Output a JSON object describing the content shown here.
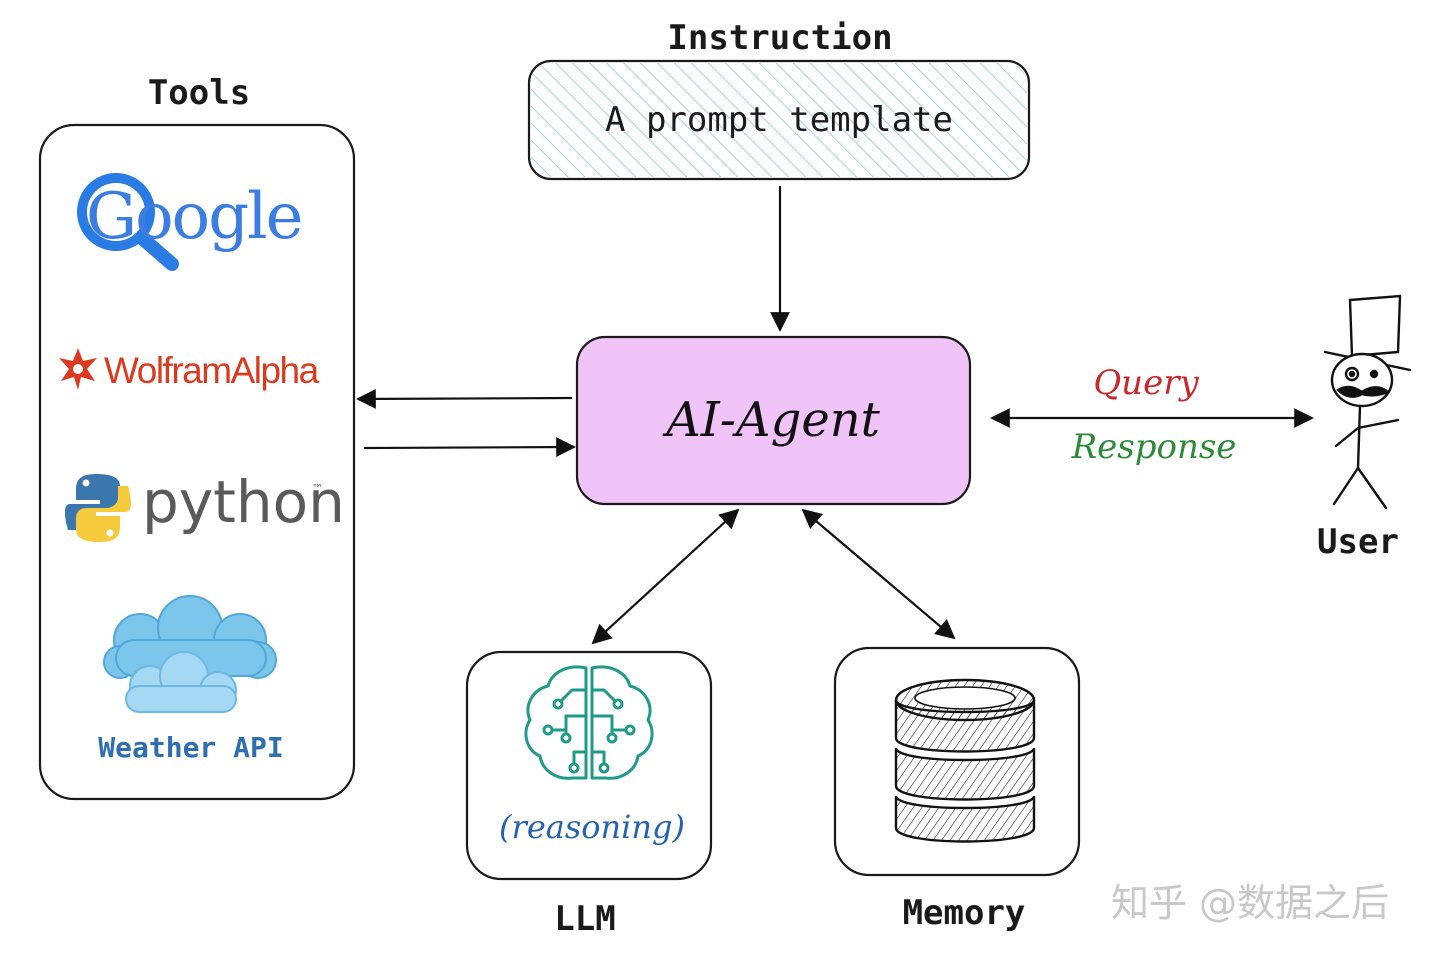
{
  "instruction": {
    "title": "Instruction",
    "box_text": "A prompt template"
  },
  "tools": {
    "title": "Tools",
    "items": [
      {
        "label": "Google",
        "icon": "google-search-logo"
      },
      {
        "label": "WolframAlpha",
        "icon": "wolframalpha-logo"
      },
      {
        "label": "python",
        "icon": "python-logo",
        "mark": "™"
      },
      {
        "label": "Weather API",
        "icon": "cloud-icon"
      }
    ]
  },
  "agent": {
    "label": "AI-Agent",
    "fill": "#f0c4f8"
  },
  "user": {
    "label": "User",
    "query_label": "Query",
    "response_label": "Response",
    "query_color": "#c8282c",
    "response_color": "#2e8b3a"
  },
  "llm": {
    "title": "LLM",
    "caption": "(reasoning)",
    "icon": "brain-circuit-icon",
    "accent": "#1f9a8a"
  },
  "memory": {
    "title": "Memory",
    "icon": "database-icon"
  },
  "watermark": {
    "text": "知乎 @数据之后"
  },
  "colors": {
    "google_blue": "#3b7de0",
    "google_red": "#d9352a",
    "google_yellow": "#f2b705",
    "google_green": "#2f9e44",
    "wolfram_red": "#dc3a1e",
    "python_gray": "#5a5a5a",
    "weather_blue": "#2f6fb0",
    "llm_caption": "#2563b0"
  }
}
